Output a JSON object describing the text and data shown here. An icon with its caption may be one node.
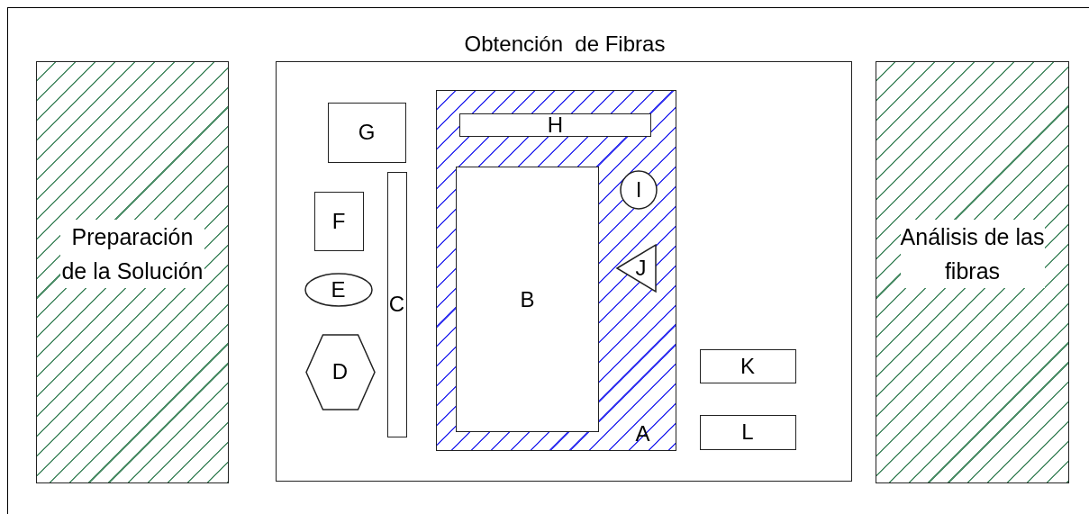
{
  "diagram": {
    "nodes": [
      {
        "text": [
          "Preparación de la Solución"
        ]
      },
      {
        "text": [
          "Obtención  de Fibras"
        ]
      },
      {
        "text": [
          "A"
        ],
        "in": 1
      },
      {
        "text": [
          "H"
        ],
        "in": 2
      },
      {
        "text": [
          "B"
        ],
        "in": 2
      },
      {
        "text": [
          "I"
        ],
        "in": 2
      },
      {
        "text": [
          "J"
        ],
        "in": 2
      },
      {
        "text": [
          "G"
        ],
        "in": 1
      },
      {
        "text": [
          "F"
        ],
        "in": 1
      },
      {
        "text": [
          "E"
        ],
        "in": 1
      },
      {
        "text": [
          "D"
        ],
        "in": 1
      },
      {
        "text": [
          "C"
        ],
        "in": 1
      },
      {
        "text": [
          "K"
        ],
        "in": 1
      },
      {
        "text": [
          "L"
        ],
        "in": 1
      },
      {
        "text": [
          "Análisis de las fibras"
        ]
      }
    ],
    "edges": []
  }
}
